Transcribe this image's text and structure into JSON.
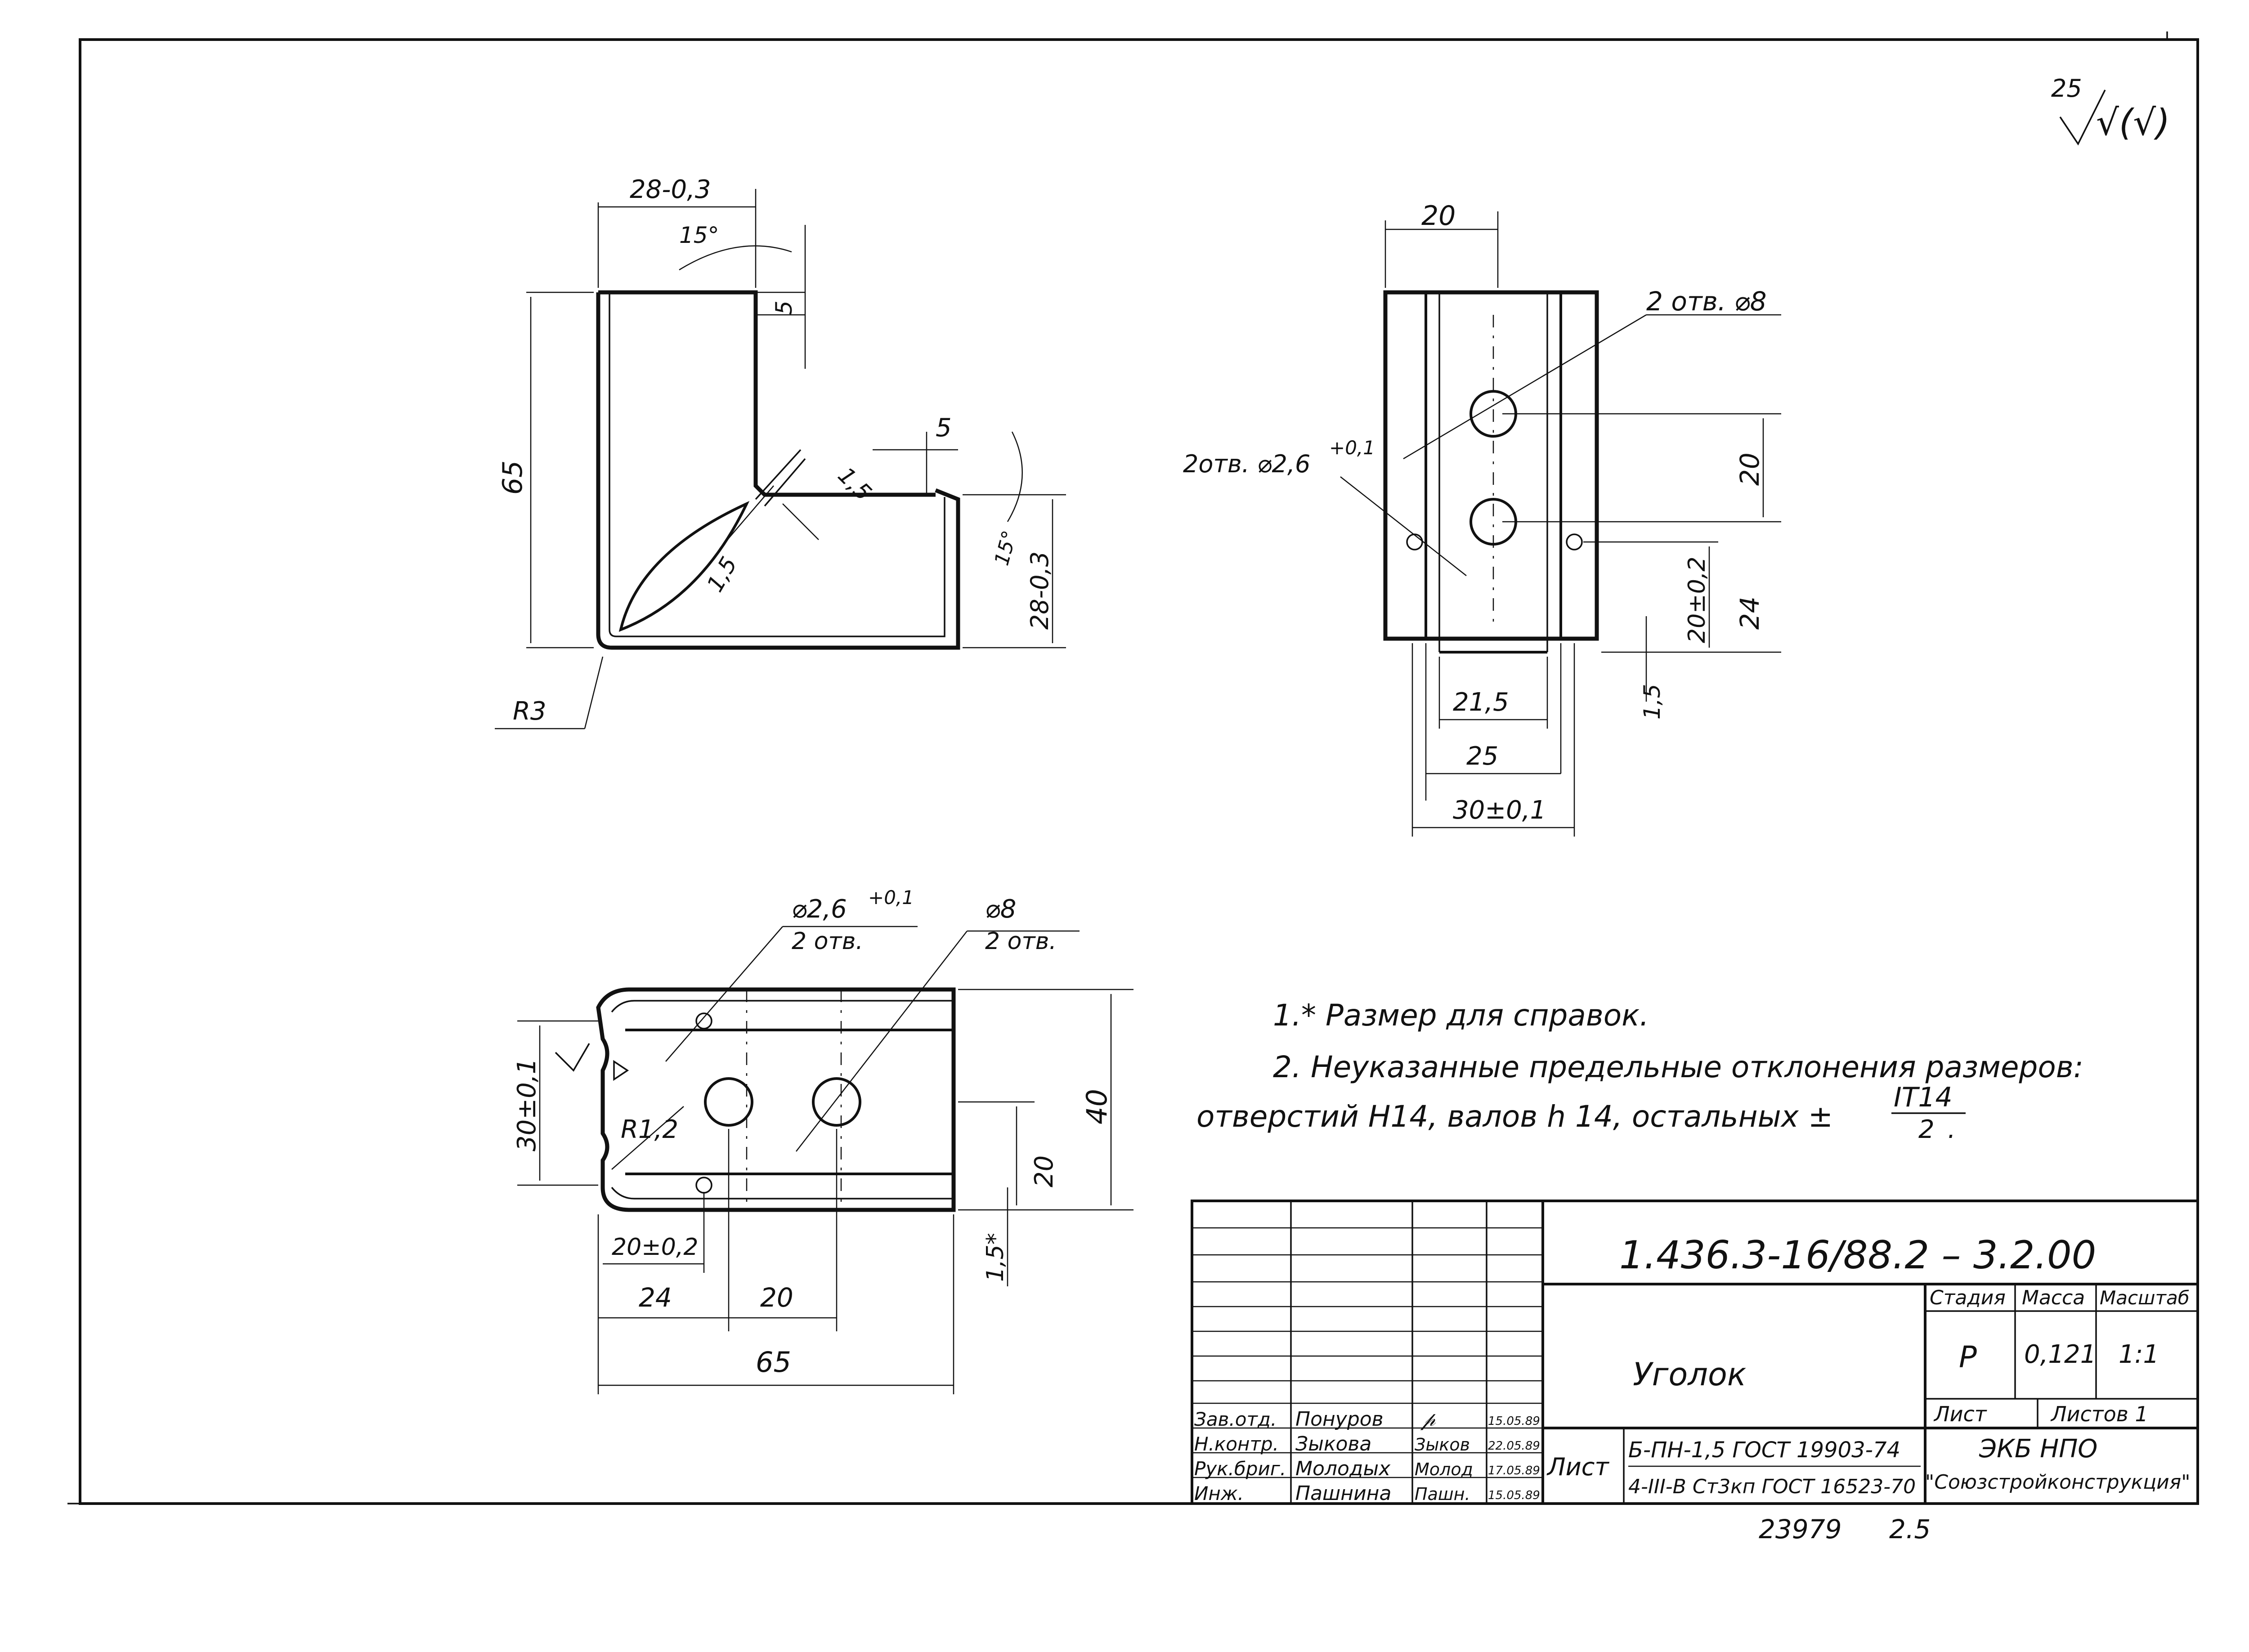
{
  "surface_mark": {
    "value": "25",
    "symbol": "√(√)"
  },
  "views": {
    "side": {
      "width_top": "28-0,3",
      "angle_top": "15°",
      "top_offset": "5",
      "height": "65",
      "thickness_a": "1,5",
      "thickness_b": "1,5",
      "right_offset": "5",
      "angle_right": "15°",
      "width_right": "28-0,3",
      "radius": "R3"
    },
    "front": {
      "width": "20",
      "hole_large": "2 отв. ⌀8",
      "hole_small": "2отв. ⌀2,6",
      "hole_small_tol": "+0,1",
      "hole_spacing": "20",
      "hole_pos": "20±0,2",
      "height_total": "24",
      "flange": "1,5",
      "dim_a": "21,5",
      "dim_b": "25",
      "dim_c": "30±0,1"
    },
    "plan": {
      "hole_small": "⌀2,6",
      "hole_small_tol": "+0,1",
      "hole_small_count": "2 отв.",
      "hole_large": "⌀8",
      "hole_large_count": "2 отв.",
      "height_left": "30±0,1",
      "radius": "R1,2",
      "height_total": "40",
      "half_height": "20",
      "ref_dim": "1,5*",
      "pos_a": "20±0,2",
      "pos_b": "24",
      "pos_c": "20",
      "length": "65"
    }
  },
  "notes": {
    "note1": "1.* Размер для справок.",
    "note2_line1": "2. Неуказанные предельные отклонения размеров:",
    "note2_line2": "отверстий  H14,  валов h 14,  остальных ±",
    "note2_frac_num": "IT14",
    "note2_frac_den": "2",
    "note2_end": "."
  },
  "title_block": {
    "designation": "1.436.3-16/88.2 – 3.2.00",
    "name": "Уголок",
    "headers": {
      "stage": "Стадия",
      "mass": "Масса",
      "scale": "Масштаб"
    },
    "values": {
      "stage": "Р",
      "mass": "0,121",
      "scale": "1:1"
    },
    "sheet_label": "Лист",
    "sheets_label": "Листов 1",
    "material_label": "Лист",
    "material_line1": "Б-ПН-1,5 ГОСТ 19903-74",
    "material_line2": "4-III-В Ст3кп ГОСТ 16523-70",
    "org_line1": "ЭКБ  НПО",
    "org_line2": "\"Союзстройконструкция\"",
    "signatures": [
      {
        "role": "Зав.отд.",
        "name": "Понуров",
        "sign": "𝓅",
        "date": "15.05.89"
      },
      {
        "role": "Н.контр.",
        "name": "Зыкова",
        "sign": "Зыков",
        "date": "22.05.89"
      },
      {
        "role": "Рук.бриг.",
        "name": "Молодых",
        "sign": "Молод",
        "date": "17.05.89"
      },
      {
        "role": "Инж.",
        "name": "Пашнина",
        "sign": "Пашн.",
        "date": "15.05.89"
      }
    ]
  },
  "footer": {
    "code": "23979",
    "page": "2.5"
  }
}
